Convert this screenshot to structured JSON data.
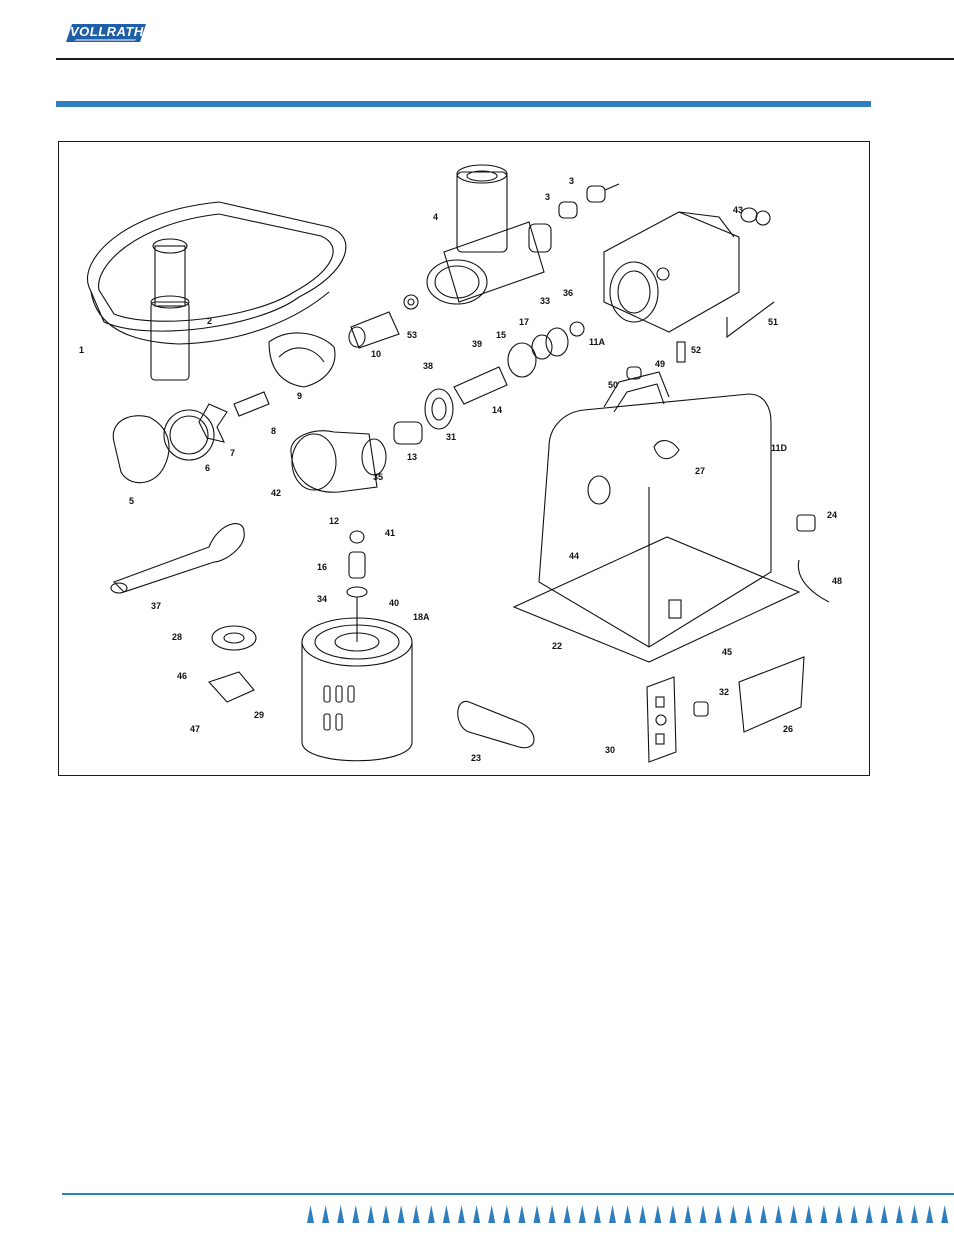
{
  "brand": {
    "name": "VOLLRATH",
    "color": "#1f5fa8"
  },
  "colors": {
    "accent_bar": "#2f7fbf",
    "ink": "#111111"
  },
  "diagram": {
    "labels": [
      "1",
      "2",
      "3",
      "3",
      "4",
      "5",
      "6",
      "7",
      "8",
      "9",
      "10",
      "11A",
      "11D",
      "12",
      "13",
      "14",
      "15",
      "16",
      "17",
      "18A",
      "22",
      "23",
      "24",
      "26",
      "27",
      "28",
      "29",
      "30",
      "31",
      "32",
      "33",
      "34",
      "35",
      "36",
      "37",
      "38",
      "39",
      "40",
      "41",
      "42",
      "43",
      "44",
      "45",
      "46",
      "47",
      "48",
      "49",
      "50",
      "51",
      "52",
      "53"
    ]
  }
}
